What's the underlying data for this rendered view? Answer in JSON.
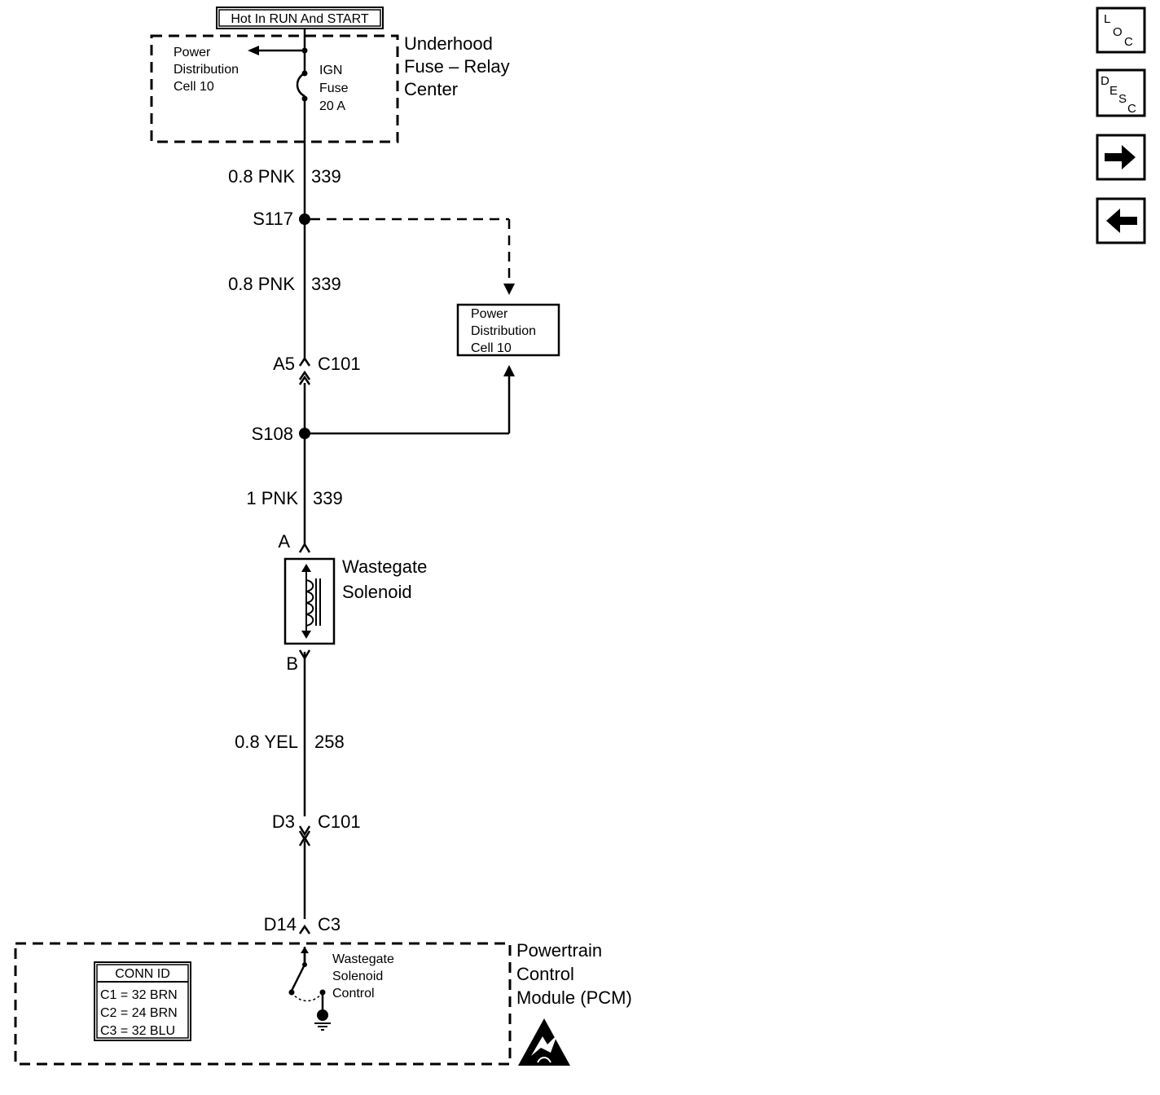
{
  "header": {
    "hot_label": "Hot In RUN And START"
  },
  "fuse_relay_center": {
    "title_lines": [
      "Underhood",
      "Fuse – Relay",
      "Center"
    ],
    "power_dist_lines": [
      "Power",
      "Distribution",
      "Cell 10"
    ],
    "fuse_lines": [
      "IGN",
      "Fuse",
      "20 A"
    ]
  },
  "wires": {
    "w1_gauge": "0.8 PNK",
    "w1_circuit": "339",
    "w2_gauge": "0.8 PNK",
    "w2_circuit": "339",
    "w3_gauge": "1 PNK",
    "w3_circuit": "339",
    "w4_gauge": "0.8 YEL",
    "w4_circuit": "258"
  },
  "splices": {
    "s1": "S117",
    "s2": "S108"
  },
  "connectors": {
    "c1_pin": "A5",
    "c1_name": "C101",
    "c2_pin": "D3",
    "c2_name": "C101",
    "c3_pin": "D14",
    "c3_name": "C3"
  },
  "power_dist_box_lines": [
    "Power",
    "Distribution",
    "Cell 10"
  ],
  "solenoid": {
    "title_lines": [
      "Wastegate",
      "Solenoid"
    ],
    "pin_a": "A",
    "pin_b": "B"
  },
  "pcm": {
    "title_lines": [
      "Powertrain",
      "Control",
      "Module (PCM)"
    ],
    "switch_lines": [
      "Wastegate",
      "Solenoid",
      "Control"
    ],
    "conn_id_title": "CONN ID",
    "conn_rows": [
      "C1 = 32 BRN",
      "C2 = 24 BRN",
      "C3 = 32 BLU"
    ]
  },
  "nav": {
    "loc_icon": "loc-icon",
    "desc_icon": "desc-icon",
    "next_icon": "arrow-right-icon",
    "prev_icon": "arrow-left-icon"
  }
}
